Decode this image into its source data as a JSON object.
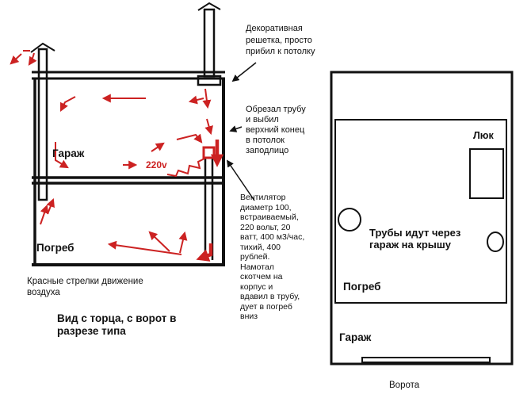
{
  "colors": {
    "ink": "#111111",
    "red": "#cc2222",
    "bg": "#ffffff"
  },
  "left_diagram": {
    "garage_label": "Гараж",
    "cellar_label": "Погреб",
    "voltage_label": "220v",
    "legend": "Красные стрелки движение\nвоздуха",
    "caption": "Вид с торца, с ворот в\nразрезе типа"
  },
  "annotations": {
    "grille_note": "Декоративная\nрешетка, просто\nприбил к потолку",
    "pipe_note": "Обрезал трубу\nи выбил\nверхний конец\nв потолок\nзаподлицо",
    "fan_note": "Вентилятор\nдиаметр 100,\nвстраиваемый,\n220 вольт, 20\nватт, 400 м3/час,\nтихий, 400\nрублей.\nНамотал\nскотчем на\nкорпус и\nвдавил в трубу,\nдует в погреб\nвниз"
  },
  "right_diagram": {
    "hatch_label": "Люк",
    "pipes_note": "Трубы идут через\nгараж на крышу",
    "cellar_label": "Погреб",
    "garage_label": "Гараж",
    "gate_label": "Ворота"
  }
}
